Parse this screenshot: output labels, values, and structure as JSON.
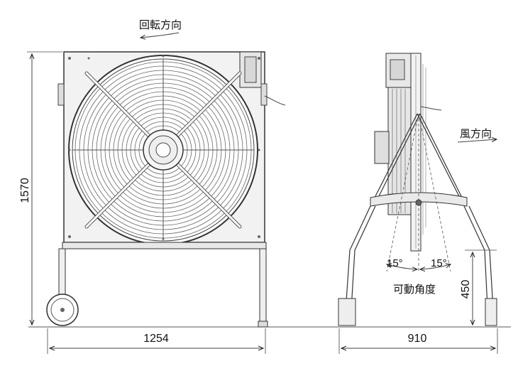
{
  "labels": {
    "rotation_direction": "回転方向",
    "wind_direction": "風方向",
    "height_total": "1570",
    "width_front": "1254",
    "width_side": "910",
    "pivot_height": "450",
    "swing_angle_label": "可動角度",
    "angle_left": "15°",
    "angle_right": "15°"
  }
}
